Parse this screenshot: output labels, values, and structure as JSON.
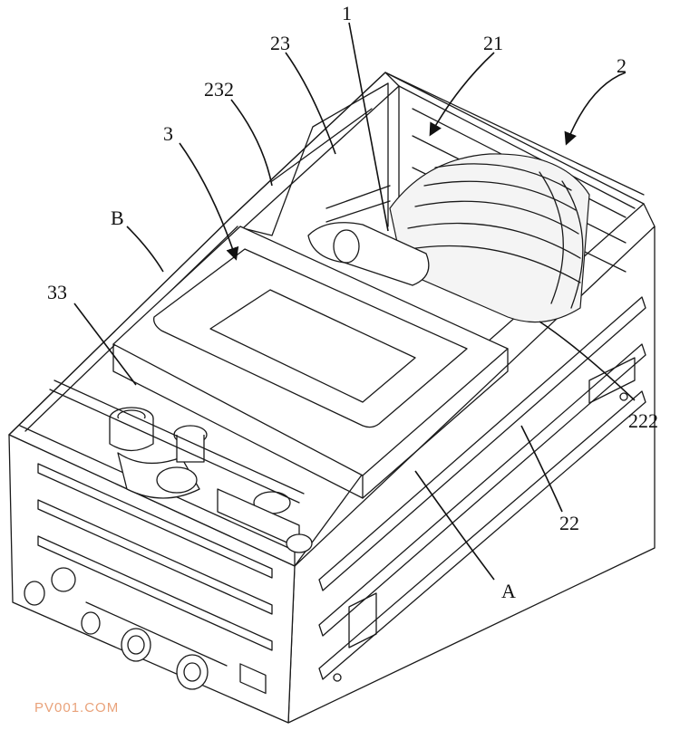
{
  "figure": {
    "labels": {
      "l1": "1",
      "l2": "2",
      "l21": "21",
      "l22": "22",
      "l23": "23",
      "l222": "222",
      "l232": "232",
      "l3": "3",
      "l33": "33",
      "lA": "A",
      "lB": "B"
    },
    "watermark": "PV001.COM"
  }
}
